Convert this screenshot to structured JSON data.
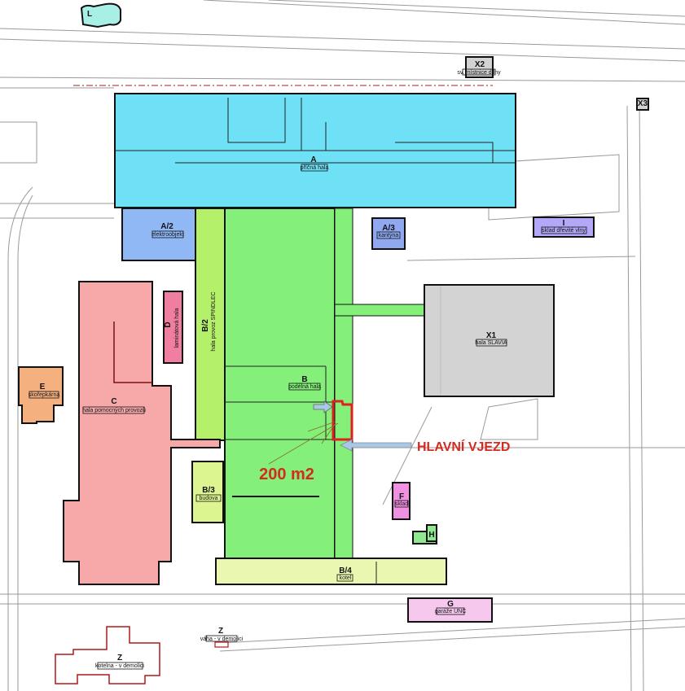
{
  "buildings": {
    "L": {
      "code": "L",
      "color": "#a8f0e6"
    },
    "X2": {
      "code": "X2",
      "name": "sv. místnice dílny",
      "color": "#d3d3d3"
    },
    "X3": {
      "code": "X3",
      "color": "#d3d3d3"
    },
    "A": {
      "code": "A",
      "name": "příčná hala",
      "color": "#6fe1f7"
    },
    "A2": {
      "code": "A/2",
      "name": "elektroobjekt",
      "color": "#8fb8f5"
    },
    "A3": {
      "code": "A/3",
      "name": "kantýna",
      "color": "#8fa8f0"
    },
    "I": {
      "code": "I",
      "name": "sklad dřevité vlny",
      "color": "#b3a8f7"
    },
    "X1": {
      "code": "X1",
      "name": "hala SLAVIA",
      "color": "#d3d3d3"
    },
    "B": {
      "code": "B",
      "name": "podélná hala",
      "color": "#84f07a"
    },
    "B2": {
      "code": "B/2",
      "name": "hala provoz SPINDLEC",
      "color": "#b4f06a"
    },
    "B3": {
      "code": "B/3",
      "name": "budova",
      "color": "#dcf590"
    },
    "B4": {
      "code": "B/4",
      "name": "kotel",
      "color": "#eaf7b0"
    },
    "C": {
      "code": "C",
      "name": "hala pomocných provozů",
      "color": "#f7a8a8"
    },
    "D": {
      "code": "D",
      "name": "laminátová hala",
      "color": "#f07ea0"
    },
    "E": {
      "code": "E",
      "name": "skořepkárna",
      "color": "#f5b080"
    },
    "F": {
      "code": "F",
      "name": "sklad",
      "color": "#f090e0"
    },
    "G": {
      "code": "G",
      "name": "garáže UNC",
      "color": "#f7c8ee"
    },
    "H": {
      "code": "H",
      "color": "#90e890"
    },
    "Z1": {
      "code": "Z",
      "name": "kotelna - v demolici"
    },
    "Z2": {
      "code": "Z",
      "name": "váha - v demolici"
    }
  },
  "annotations": {
    "entrance": "HLAVNÍ VJEZD",
    "area": "200 m2",
    "accent": "#d42a20"
  }
}
